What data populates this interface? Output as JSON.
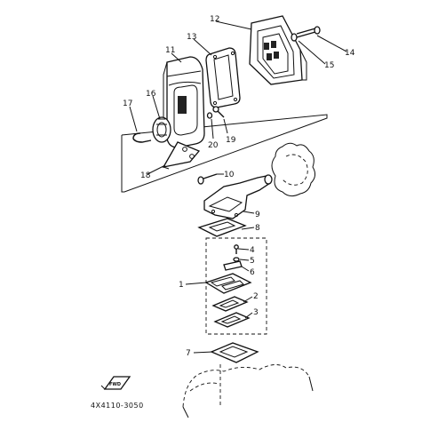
{
  "part_labels": {
    "p1": "1",
    "p2": "2",
    "p3": "3",
    "p4": "4",
    "p5": "5",
    "p6": "6",
    "p7": "7",
    "p8": "8",
    "p9": "9",
    "p10": "10",
    "p11": "11",
    "p12": "12",
    "p13": "13",
    "p14": "14",
    "p15": "15",
    "p16": "16",
    "p17": "17",
    "p18": "18",
    "p19": "19",
    "p20": "20"
  },
  "diagram_code": "4X4110-3050",
  "front_marker": "FWD",
  "line_color": "#111111"
}
